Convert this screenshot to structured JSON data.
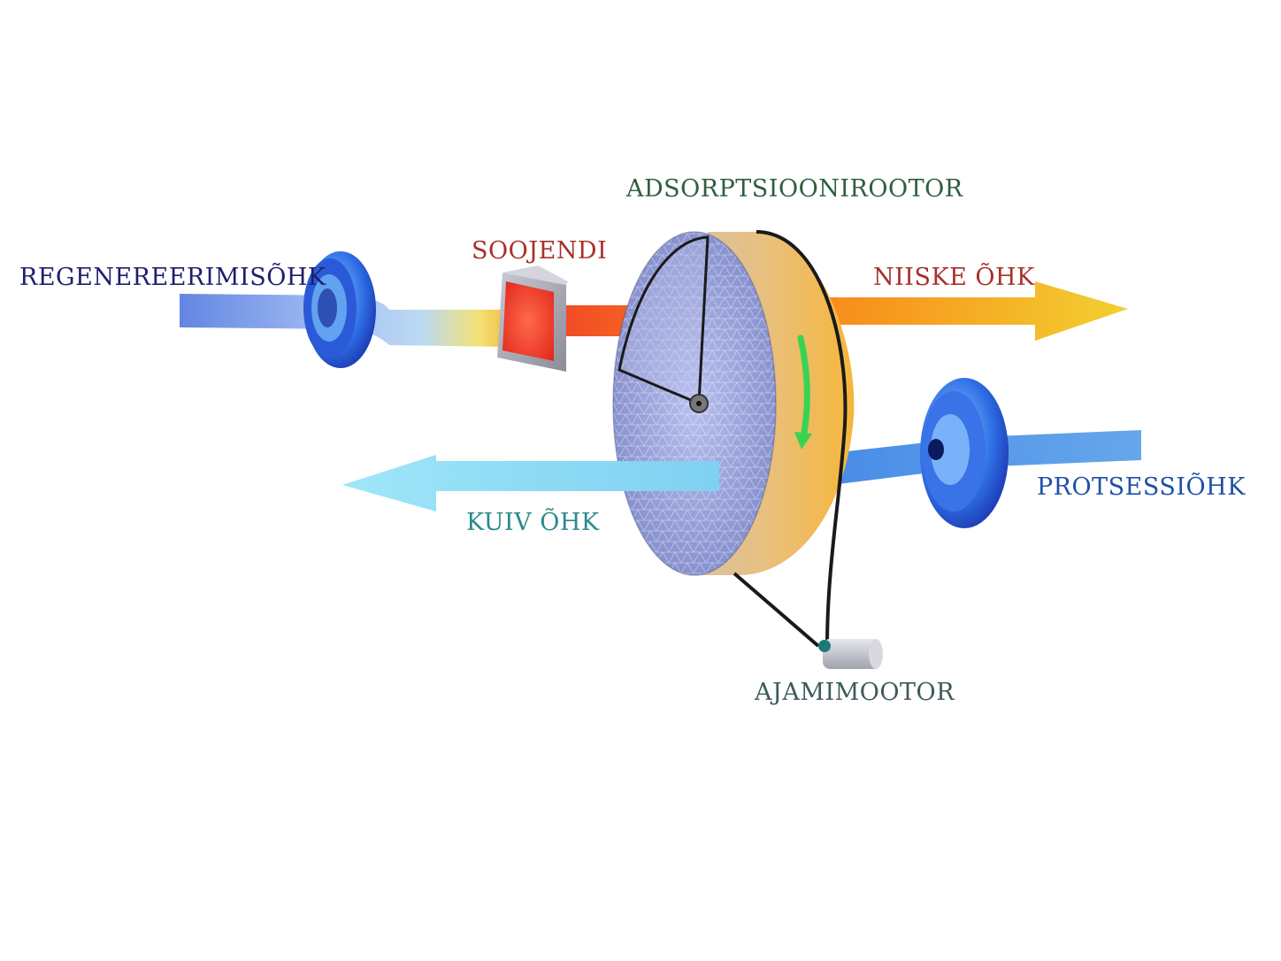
{
  "labels": {
    "rotor": "ADSORPTSIOONIROOTOR",
    "heater": "SOOJENDI",
    "regeneration_air": "REGENEREERIMISÕHK",
    "humid_air": "NIISKE  ÕHK",
    "process_air": "PROTSESSIÕHK",
    "dry_air": "KUIV  ÕHK",
    "drive_motor": "AJAMIMOOTOR"
  },
  "colors": {
    "rotor_label": "#2e5e3e",
    "heater_label": "#a8302a",
    "regeneration_label": "#1e1e6e",
    "humid_label": "#a8302a",
    "process_label": "#1e50a8",
    "dry_label": "#2a8a8a",
    "motor_label": "#3e5a5a",
    "rotation_arrow": "#39d353",
    "rotor_rim": "#f0b840",
    "rotor_face": "#9aa3d6"
  },
  "icons": [
    "fan-icon",
    "heater-icon",
    "rotor-icon",
    "motor-icon",
    "rotation-arrow-icon"
  ]
}
